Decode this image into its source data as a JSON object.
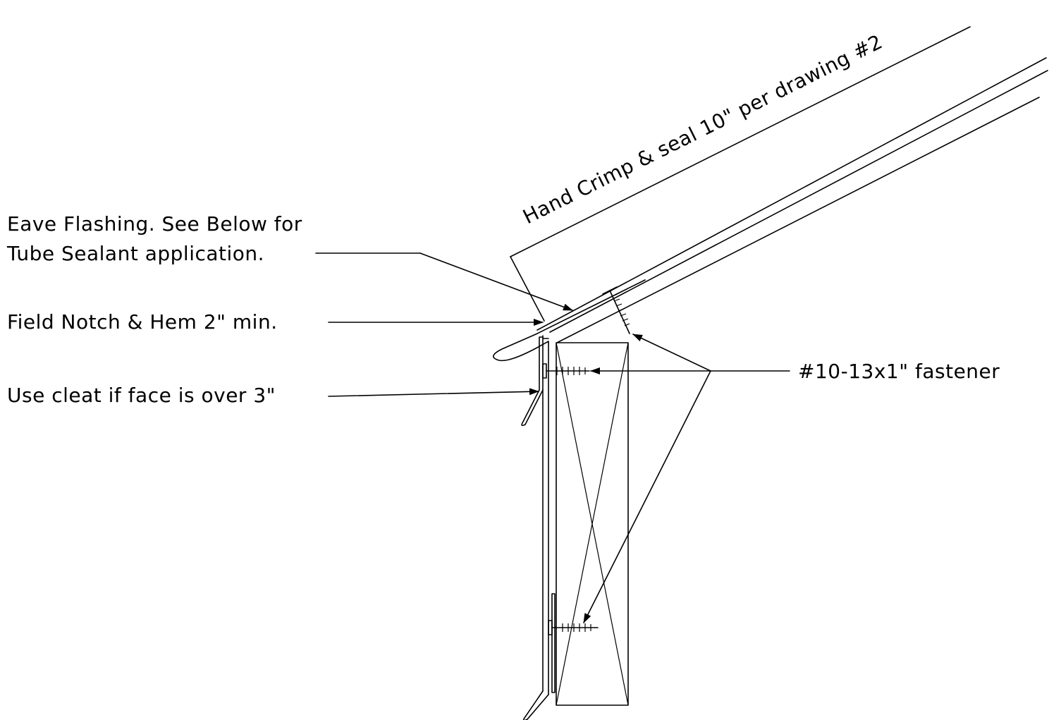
{
  "labels": {
    "crimp": "Hand Crimp & seal 10\" per drawing #2",
    "eave_line1": "Eave Flashing. See Below for",
    "eave_line2": "Tube Sealant application.",
    "field_notch": "Field Notch & Hem 2\" min.",
    "cleat": "Use cleat if face is over 3\"",
    "fastener": "#10-13x1\"  fastener"
  },
  "colors": {
    "line": "#000000",
    "background": "#ffffff"
  }
}
